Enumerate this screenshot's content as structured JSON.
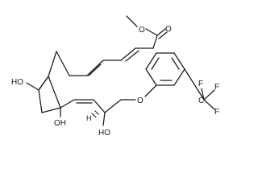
{
  "molecule": {
    "labels": {
      "ester_oxygen": "O",
      "ester_methyl": "",
      "carbonyl_oxygen": "O",
      "ring_hydroxyl_upper": "HO",
      "ring_hydroxyl_lower": "OH",
      "chain_hydroxyl": "HO",
      "stereo_hydrogen": "H",
      "ether_oxygen": "O",
      "cf3_carbon": "C",
      "fluorine_top_left": "F",
      "fluorine_top_right": "F",
      "fluorine_right": "F"
    }
  }
}
